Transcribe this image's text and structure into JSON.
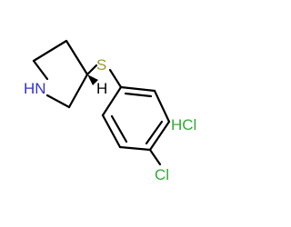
{
  "molecule": {
    "atoms": {
      "nh": "HN",
      "s": "S",
      "h": "H",
      "cl": "Cl",
      "hcl": "HCl"
    },
    "colors": {
      "bond": "#000000",
      "nitrogen": "#3333cc",
      "sulfur": "#999933",
      "chlorine": "#33aa33",
      "hydrogen": "#000000"
    }
  }
}
